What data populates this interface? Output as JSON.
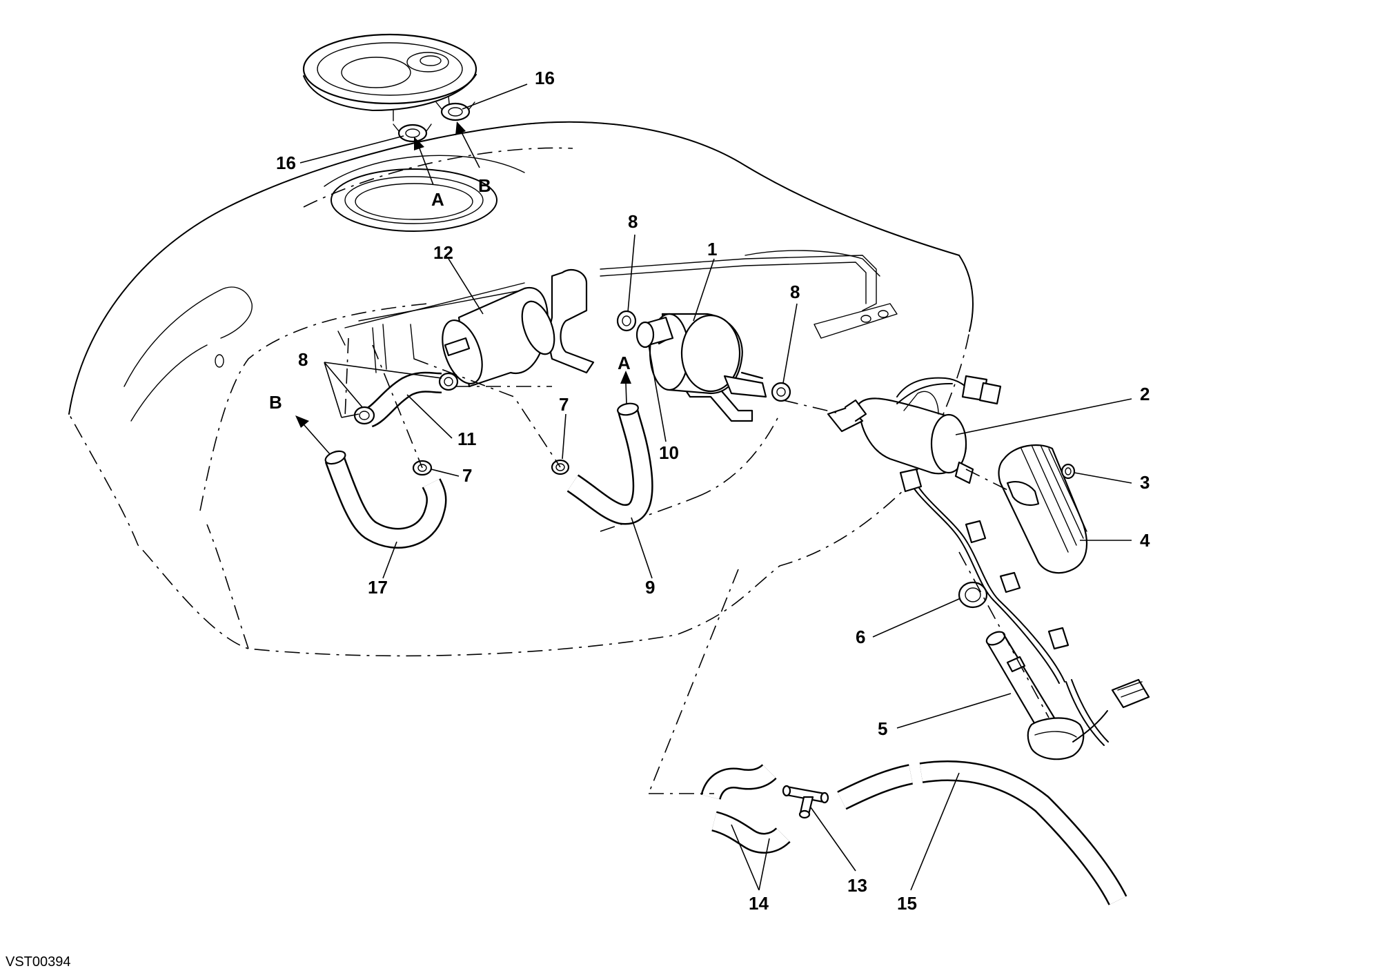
{
  "diagram_ref": "VST00394",
  "callouts": {
    "c1": "1",
    "c2": "2",
    "c3": "3",
    "c4": "4",
    "c5": "5",
    "c6": "6",
    "c7a": "7",
    "c7b": "7",
    "c8a": "8",
    "c8b": "8",
    "c8c": "8",
    "c9": "9",
    "c10": "10",
    "c11": "11",
    "c12": "12",
    "c13": "13",
    "c14": "14",
    "c15": "15",
    "c16a": "16",
    "c16b": "16",
    "c17": "17"
  },
  "connection_marks": {
    "a_top": "A",
    "b_top": "B",
    "a_hose": "A",
    "b_hose": "B"
  }
}
